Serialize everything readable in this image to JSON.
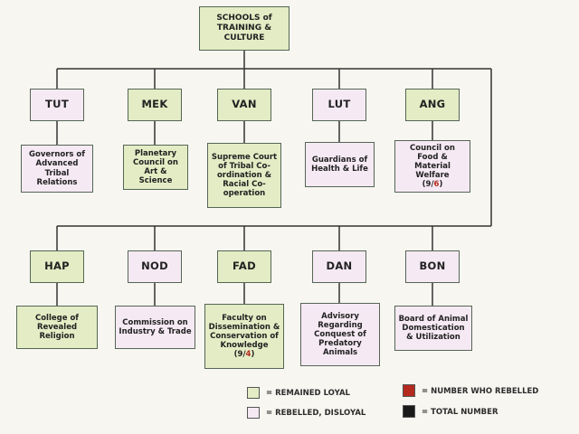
{
  "root": {
    "label": "SCHOOLS of TRAINING & CULTURE",
    "status": "loyal"
  },
  "row1": [
    {
      "code": "TUT",
      "status": "rebel",
      "desc": "Governors of Advanced Tribal Relations"
    },
    {
      "code": "MEK",
      "status": "loyal",
      "desc": "Planetary Council on Art & Science"
    },
    {
      "code": "VAN",
      "status": "loyal",
      "desc": "Supreme Court of Tribal Co-ordination & Racial Co-operation"
    },
    {
      "code": "LUT",
      "status": "rebel",
      "desc": "Guardians of Health & Life"
    },
    {
      "code": "ANG",
      "status": "loyal",
      "desc": "Council on Food & Material Welfare",
      "rebelled": "6",
      "total": "9"
    }
  ],
  "row2": [
    {
      "code": "HAP",
      "status": "loyal",
      "desc": "College of Revealed Religion"
    },
    {
      "code": "NOD",
      "status": "rebel",
      "desc": "Commission on Industry & Trade"
    },
    {
      "code": "FAD",
      "status": "loyal",
      "desc": "Faculty on Dissemination & Conservation of Knowledge",
      "rebelled": "4",
      "total": "9"
    },
    {
      "code": "DAN",
      "status": "rebel",
      "desc": "Advisory Regarding Conquest of Predatory Animals"
    },
    {
      "code": "BON",
      "status": "rebel",
      "desc": "Board of Animal Domestication & Utilization"
    }
  ],
  "legend": {
    "loyal": "= REMAINED LOYAL",
    "rebel": "= REBELLED, DISLOYAL",
    "number_rebelled": "= NUMBER WHO REBELLED",
    "total_number": "= TOTAL NUMBER"
  },
  "colors": {
    "loyal_fill": "#e3ecc4",
    "rebel_fill": "#f5e9f3",
    "rebelled_red": "#b52a1e",
    "total_black": "#1a1a1a",
    "line": "#333333"
  }
}
